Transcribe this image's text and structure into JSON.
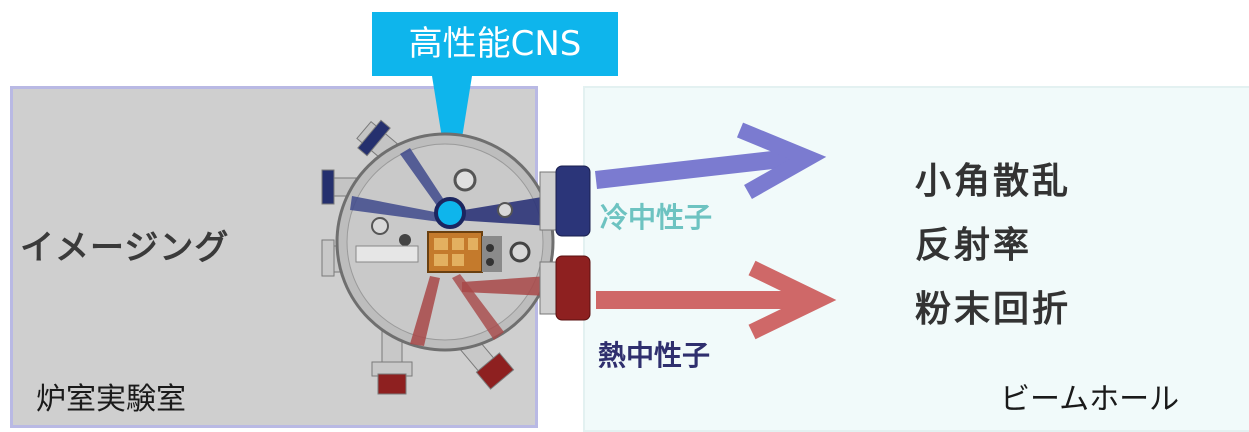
{
  "callout": {
    "label": "高性能CNS"
  },
  "zones": {
    "reactor_room": {
      "label": "炉室実験室",
      "application": "イメージング"
    },
    "beam_hall": {
      "label": "ビームホール"
    }
  },
  "beams": {
    "cold": {
      "label": "冷中性子",
      "color": "#7b7bd0"
    },
    "thermal": {
      "label": "熱中性子",
      "color": "#cf6868"
    }
  },
  "applications": [
    "小角散乱",
    "反射率",
    "粉末回折"
  ],
  "colors": {
    "callout_bg": "#0eb5ec",
    "source_dot": "#0eb5ec",
    "reactor_room_bg": "#cfcfcf",
    "beam_hall_bg": "#f1fafa"
  }
}
